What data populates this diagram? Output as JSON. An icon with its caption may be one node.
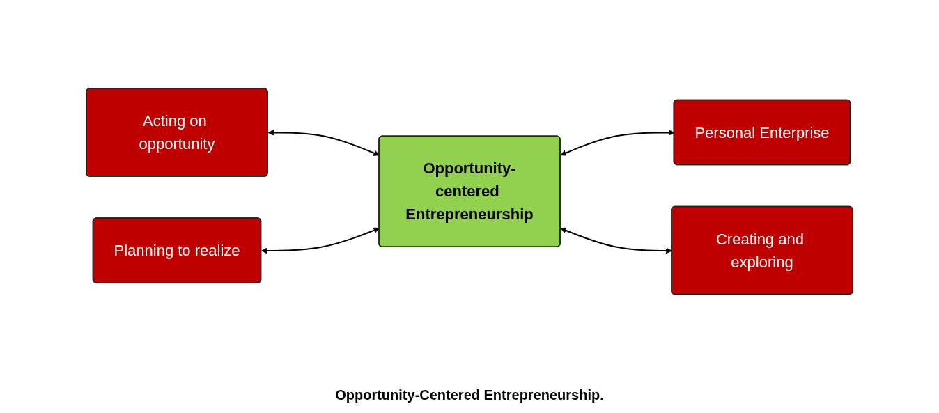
{
  "diagram": {
    "caption": "Opportunity-Centered Entrepreneurship.",
    "nodes": [
      {
        "text": [
          "Acting on opportunity"
        ]
      },
      {
        "text": [
          "Personal Enterprise"
        ]
      },
      {
        "text": [
          "Opportunity-centered Entrepreneurship"
        ]
      },
      {
        "text": [
          "Creating and exploring"
        ]
      },
      {
        "text": [
          "Planning to realize"
        ]
      }
    ],
    "edges": [
      {
        "from": 0,
        "to": 2,
        "arrow": "both"
      },
      {
        "from": 2,
        "to": 1,
        "arrow": "both"
      },
      {
        "from": 4,
        "to": 2,
        "arrow": "both"
      },
      {
        "from": 2,
        "to": 3,
        "arrow": "both"
      }
    ]
  }
}
